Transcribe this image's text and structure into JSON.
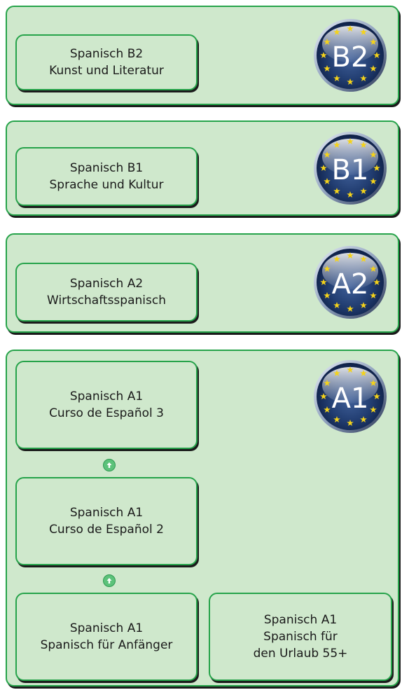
{
  "levels": {
    "b2": {
      "badge": "B2",
      "course": {
        "line1": "Spanisch B2",
        "line2": "Kunst und Literatur"
      }
    },
    "b1": {
      "badge": "B1",
      "course": {
        "line1": "Spanisch B1",
        "line2": "Sprache und Kultur"
      }
    },
    "a2": {
      "badge": "A2",
      "course": {
        "line1": "Spanisch A2",
        "line2": "Wirtschaftsspanisch"
      }
    },
    "a1": {
      "badge": "A1",
      "courses": [
        {
          "line1": "Spanisch A1",
          "line2": "Curso de Español 3"
        },
        {
          "line1": "Spanisch A1",
          "line2": "Curso de Español 2"
        },
        {
          "line1": "Spanisch A1",
          "line2": "Spanisch für Anfänger"
        },
        {
          "line1": "Spanisch A1",
          "line2": "Spanisch für",
          "line3": "den Urlaub 55+"
        }
      ]
    }
  },
  "colors": {
    "panel_fill": "#cfe8cc",
    "panel_border": "#26a34a",
    "badge_star": "#f4d21a",
    "arrow": "#5cc27a"
  },
  "icons": {
    "badge": "eu-level-badge-icon",
    "arrow": "arrow-up-icon"
  }
}
